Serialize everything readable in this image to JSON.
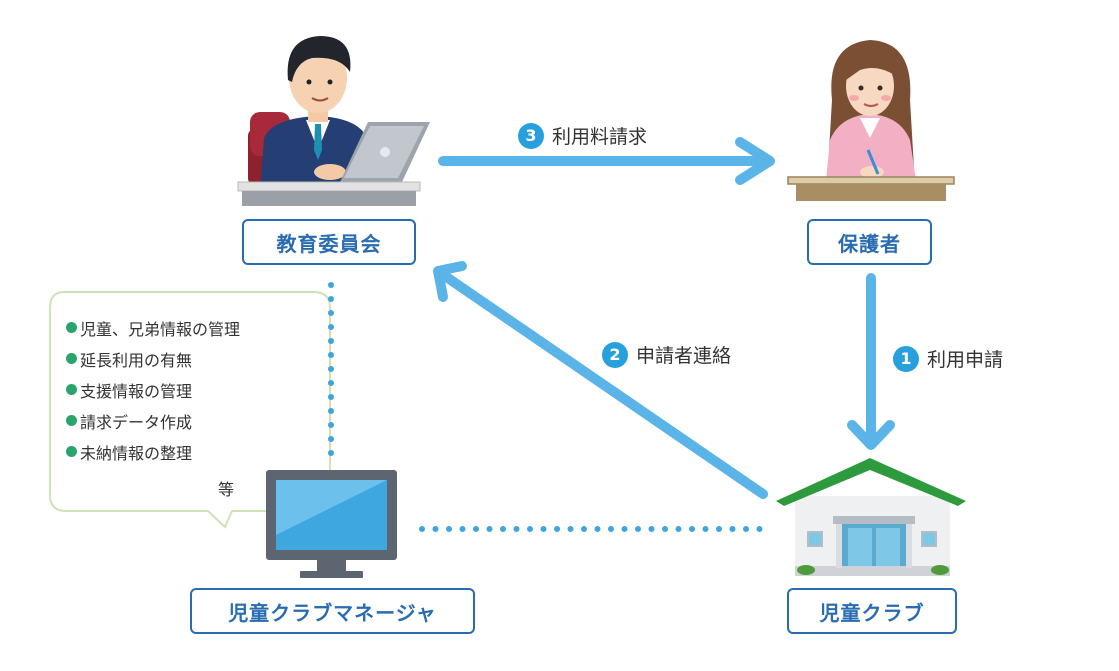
{
  "nodes": {
    "board": "教育委員会",
    "guardian": "保護者",
    "manager": "児童クラブマネージャ",
    "club": "児童クラブ"
  },
  "steps": [
    {
      "number": "1",
      "label": "利用申請"
    },
    {
      "number": "2",
      "label": "申請者連絡"
    },
    {
      "number": "3",
      "label": "利用料請求"
    }
  ],
  "features": [
    "児童、兄弟情報の管理",
    "延長利用の有無",
    "支援情報の管理",
    "請求データ作成",
    "未納情報の整理"
  ],
  "features_etc": "等",
  "colors": {
    "arrow": "#5bb4e8",
    "badge": "#29a0de",
    "border": "#2a6cb2",
    "dot_line": "#3fa3e0",
    "bullet": "#2aa46a",
    "roof": "#2d9a3e"
  }
}
